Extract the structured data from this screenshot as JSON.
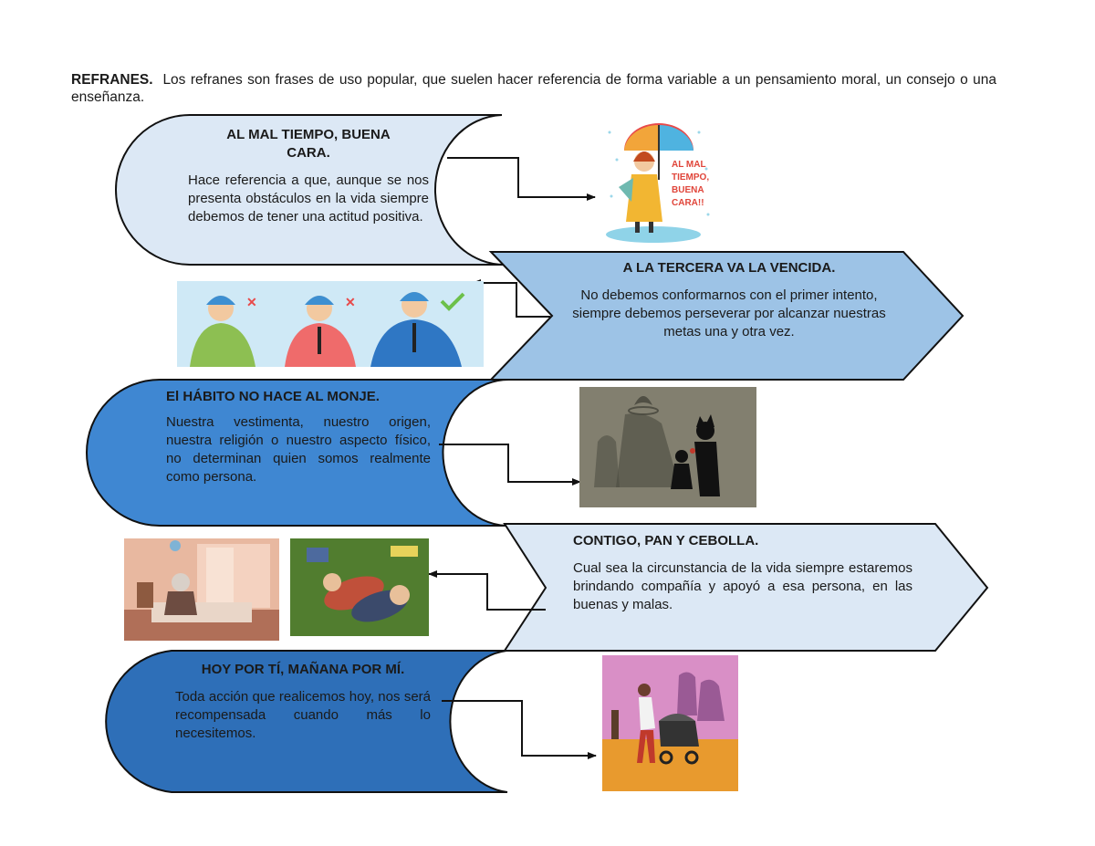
{
  "intro": {
    "lead": "REFRANES.",
    "text": "Los refranes son frases de uso popular, que suelen hacer referencia de forma variable a un pensamiento moral, un consejo o una enseñanza."
  },
  "refranes": [
    {
      "title": "AL MAL TIEMPO, BUENA CARA.",
      "desc": "Hace referencia a que, aunque se nos presenta obstáculos en la vida siempre debemos de tener una actitud positiva.",
      "fill": "#dce8f5",
      "image": "girl-with-umbrella-illustration",
      "image_text": "AL MAL TIEMPO, BUENA CARA!!"
    },
    {
      "title": "A LA TERCERA VA LA VENCIDA.",
      "desc": "No debemos conformarnos con el primer intento, siempre debemos perseverar por alcanzar nuestras metas una y otra vez.",
      "fill": "#9dc3e6",
      "image": "three-attempts-illustration"
    },
    {
      "title": "El HÁBITO NO HACE AL MONJE.",
      "desc": "Nuestra vestimenta, nuestro origen, nuestra religión o nuestro aspecto físico, no determinan quien somos realmente como persona.",
      "fill": "#3f87d2",
      "image": "shadow-angel-devil-illustration"
    },
    {
      "title": "CONTIGO, PAN Y CEBOLLA.",
      "desc": "Cual sea la circunstancia de la vida siempre estaremos brindando compañía y apoyó a esa persona, en las buenas y malas.",
      "fill": "#dce8f5",
      "image": "elderly-couple-movie-stills"
    },
    {
      "title": "HOY POR TÍ, MAÑANA POR MÍ.",
      "desc": "Toda acción que realicemos hoy, nos será recompensada cuando más lo necesitemos.",
      "fill": "#2e6fb8",
      "image": "mother-stroller-shadow-illustration"
    }
  ],
  "colors": {
    "outline": "#111111",
    "light_blue": "#dce8f5",
    "mid_blue": "#9dc3e6",
    "blue": "#3f87d2",
    "dark_blue": "#2e6fb8"
  }
}
